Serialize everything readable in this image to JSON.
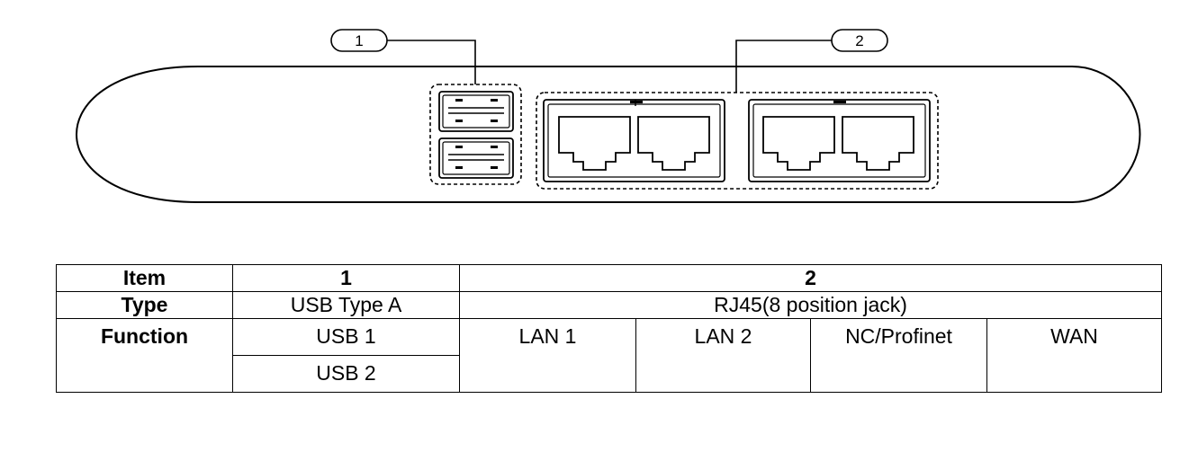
{
  "callouts": {
    "usb_group": "1",
    "rj45_group": "2"
  },
  "table": {
    "row_headers": {
      "item": "Item",
      "type": "Type",
      "function": "Function"
    },
    "item_values": [
      "1",
      "2"
    ],
    "type_values": [
      "USB Type A",
      "RJ45(8 position jack)"
    ],
    "usb_functions": [
      "USB 1",
      "USB 2"
    ],
    "rj45_functions": [
      "LAN 1",
      "LAN 2",
      "NC/Profinet",
      "WAN"
    ]
  },
  "colors": {
    "line": "#000000",
    "background": "#ffffff"
  }
}
